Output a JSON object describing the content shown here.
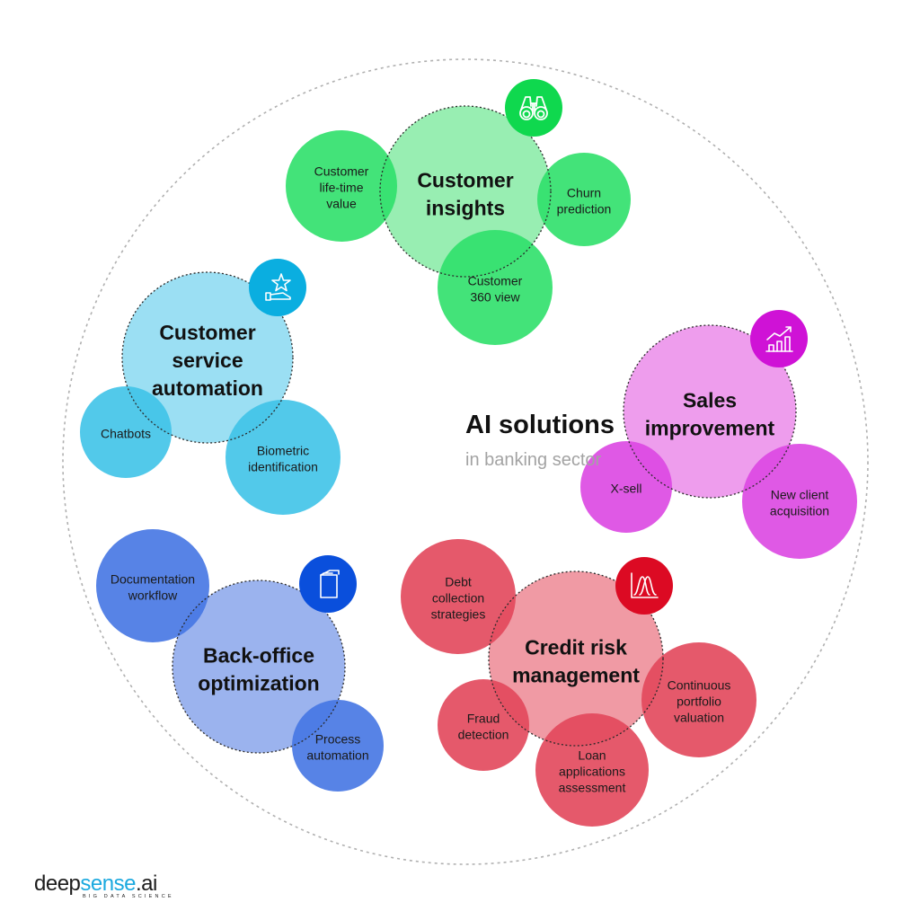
{
  "center": {
    "title": "AI solutions",
    "subtitle": "in banking sector"
  },
  "clusters": [
    {
      "id": "customer-insights",
      "title_lines": [
        "Customer",
        "insights"
      ],
      "icon": "binoculars-icon",
      "colors": {
        "main": "#98eeb2",
        "sub": "#2fe06a",
        "icon": "#0fd84e"
      },
      "subs": [
        {
          "lines": [
            "Customer",
            "life-time",
            "value"
          ]
        },
        {
          "lines": [
            "Churn",
            "prediction"
          ]
        },
        {
          "lines": [
            "Customer",
            "360 view"
          ]
        }
      ]
    },
    {
      "id": "customer-service-automation",
      "title_lines": [
        "Customer",
        "service",
        "automation"
      ],
      "icon": "hand-star-icon",
      "colors": {
        "main": "#9bdff3",
        "sub": "#3fc3e8",
        "icon": "#0aaee0"
      },
      "subs": [
        {
          "lines": [
            "Chatbots"
          ]
        },
        {
          "lines": [
            "Biometric",
            "identification"
          ]
        }
      ]
    },
    {
      "id": "sales-improvement",
      "title_lines": [
        "Sales",
        "improvement"
      ],
      "icon": "growth-chart-icon",
      "colors": {
        "main": "#ee9ded",
        "sub": "#dc47e2",
        "icon": "#cf12d6"
      },
      "subs": [
        {
          "lines": [
            "X-sell"
          ]
        },
        {
          "lines": [
            "New client",
            "acquisition"
          ]
        }
      ]
    },
    {
      "id": "back-office-optimization",
      "title_lines": [
        "Back-office",
        "optimization"
      ],
      "icon": "book-icon",
      "colors": {
        "main": "#9bb3ee",
        "sub": "#4576e3",
        "icon": "#0a4fdc"
      },
      "subs": [
        {
          "lines": [
            "Documentation",
            "workflow"
          ]
        },
        {
          "lines": [
            "Process",
            "automation"
          ]
        }
      ]
    },
    {
      "id": "credit-risk-management",
      "title_lines": [
        "Credit risk",
        "management"
      ],
      "icon": "distribution-curve-icon",
      "colors": {
        "main": "#f09aa4",
        "sub": "#e2475b",
        "icon": "#dc0a23"
      },
      "subs": [
        {
          "lines": [
            "Debt",
            "collection",
            "strategies"
          ]
        },
        {
          "lines": [
            "Fraud",
            "detection"
          ]
        },
        {
          "lines": [
            "Loan",
            "applications",
            "assessment"
          ]
        },
        {
          "lines": [
            "Continuous",
            "portfolio",
            "valuation"
          ]
        }
      ]
    }
  ],
  "logo": {
    "part1": "deep",
    "part2": "sense",
    "part3": ".ai",
    "tagline": "BIG DATA SCIENCE",
    "accent_color": "#1ba9df"
  }
}
